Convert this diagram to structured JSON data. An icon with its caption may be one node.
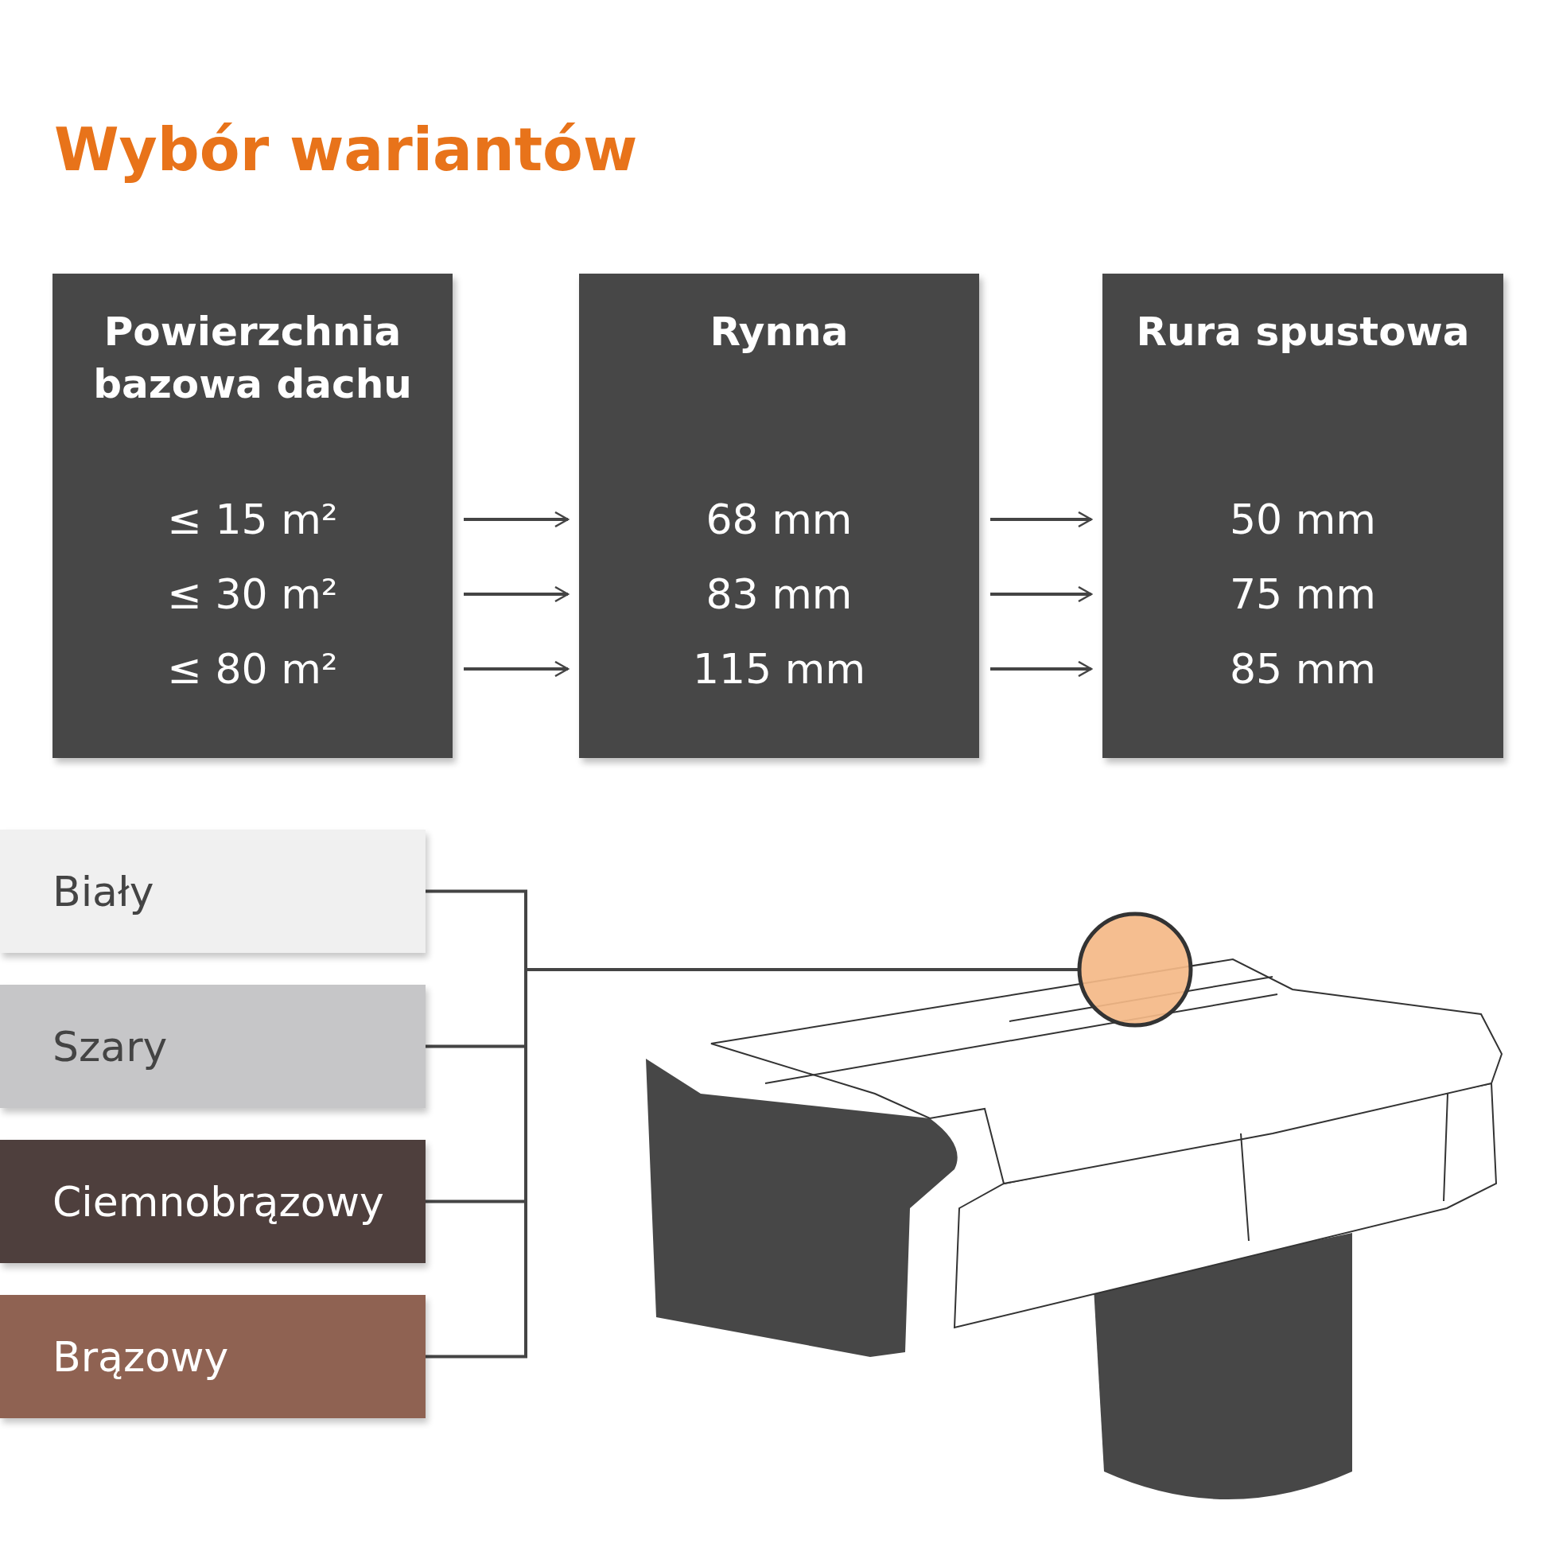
{
  "diagram": {
    "title": "Wybór wariantów",
    "nodes": [
      {
        "text": [
          "Powierzchnia bazowa dachu",
          "≤ 15 m²",
          "≤ 30 m²",
          "≤ 80 m²"
        ]
      },
      {
        "text": [
          "Rynna",
          "68 mm",
          "83 mm",
          "115 mm"
        ]
      },
      {
        "text": [
          "Rura spustowa",
          "50 mm",
          "75 mm",
          "85 mm"
        ]
      },
      {
        "text": [
          "Biały"
        ]
      },
      {
        "text": [
          "Szary"
        ]
      },
      {
        "text": [
          "Ciemnobrązowy"
        ]
      },
      {
        "text": [
          "Brązowy"
        ]
      },
      {
        "text": [],
        "shape": "circle"
      }
    ],
    "edges": [
      {
        "from": 0,
        "to": 1,
        "arrow": "to"
      },
      {
        "from": 0,
        "to": 1,
        "arrow": "to"
      },
      {
        "from": 0,
        "to": 1,
        "arrow": "to"
      },
      {
        "from": 1,
        "to": 2,
        "arrow": "to"
      },
      {
        "from": 1,
        "to": 2,
        "arrow": "to"
      },
      {
        "from": 1,
        "to": 2,
        "arrow": "to"
      },
      {
        "from": 3,
        "to": 7,
        "arrow": "none"
      },
      {
        "from": 4,
        "to": 7,
        "arrow": "none"
      },
      {
        "from": 5,
        "to": 7,
        "arrow": "none"
      },
      {
        "from": 6,
        "to": 7,
        "arrow": "none"
      }
    ]
  }
}
